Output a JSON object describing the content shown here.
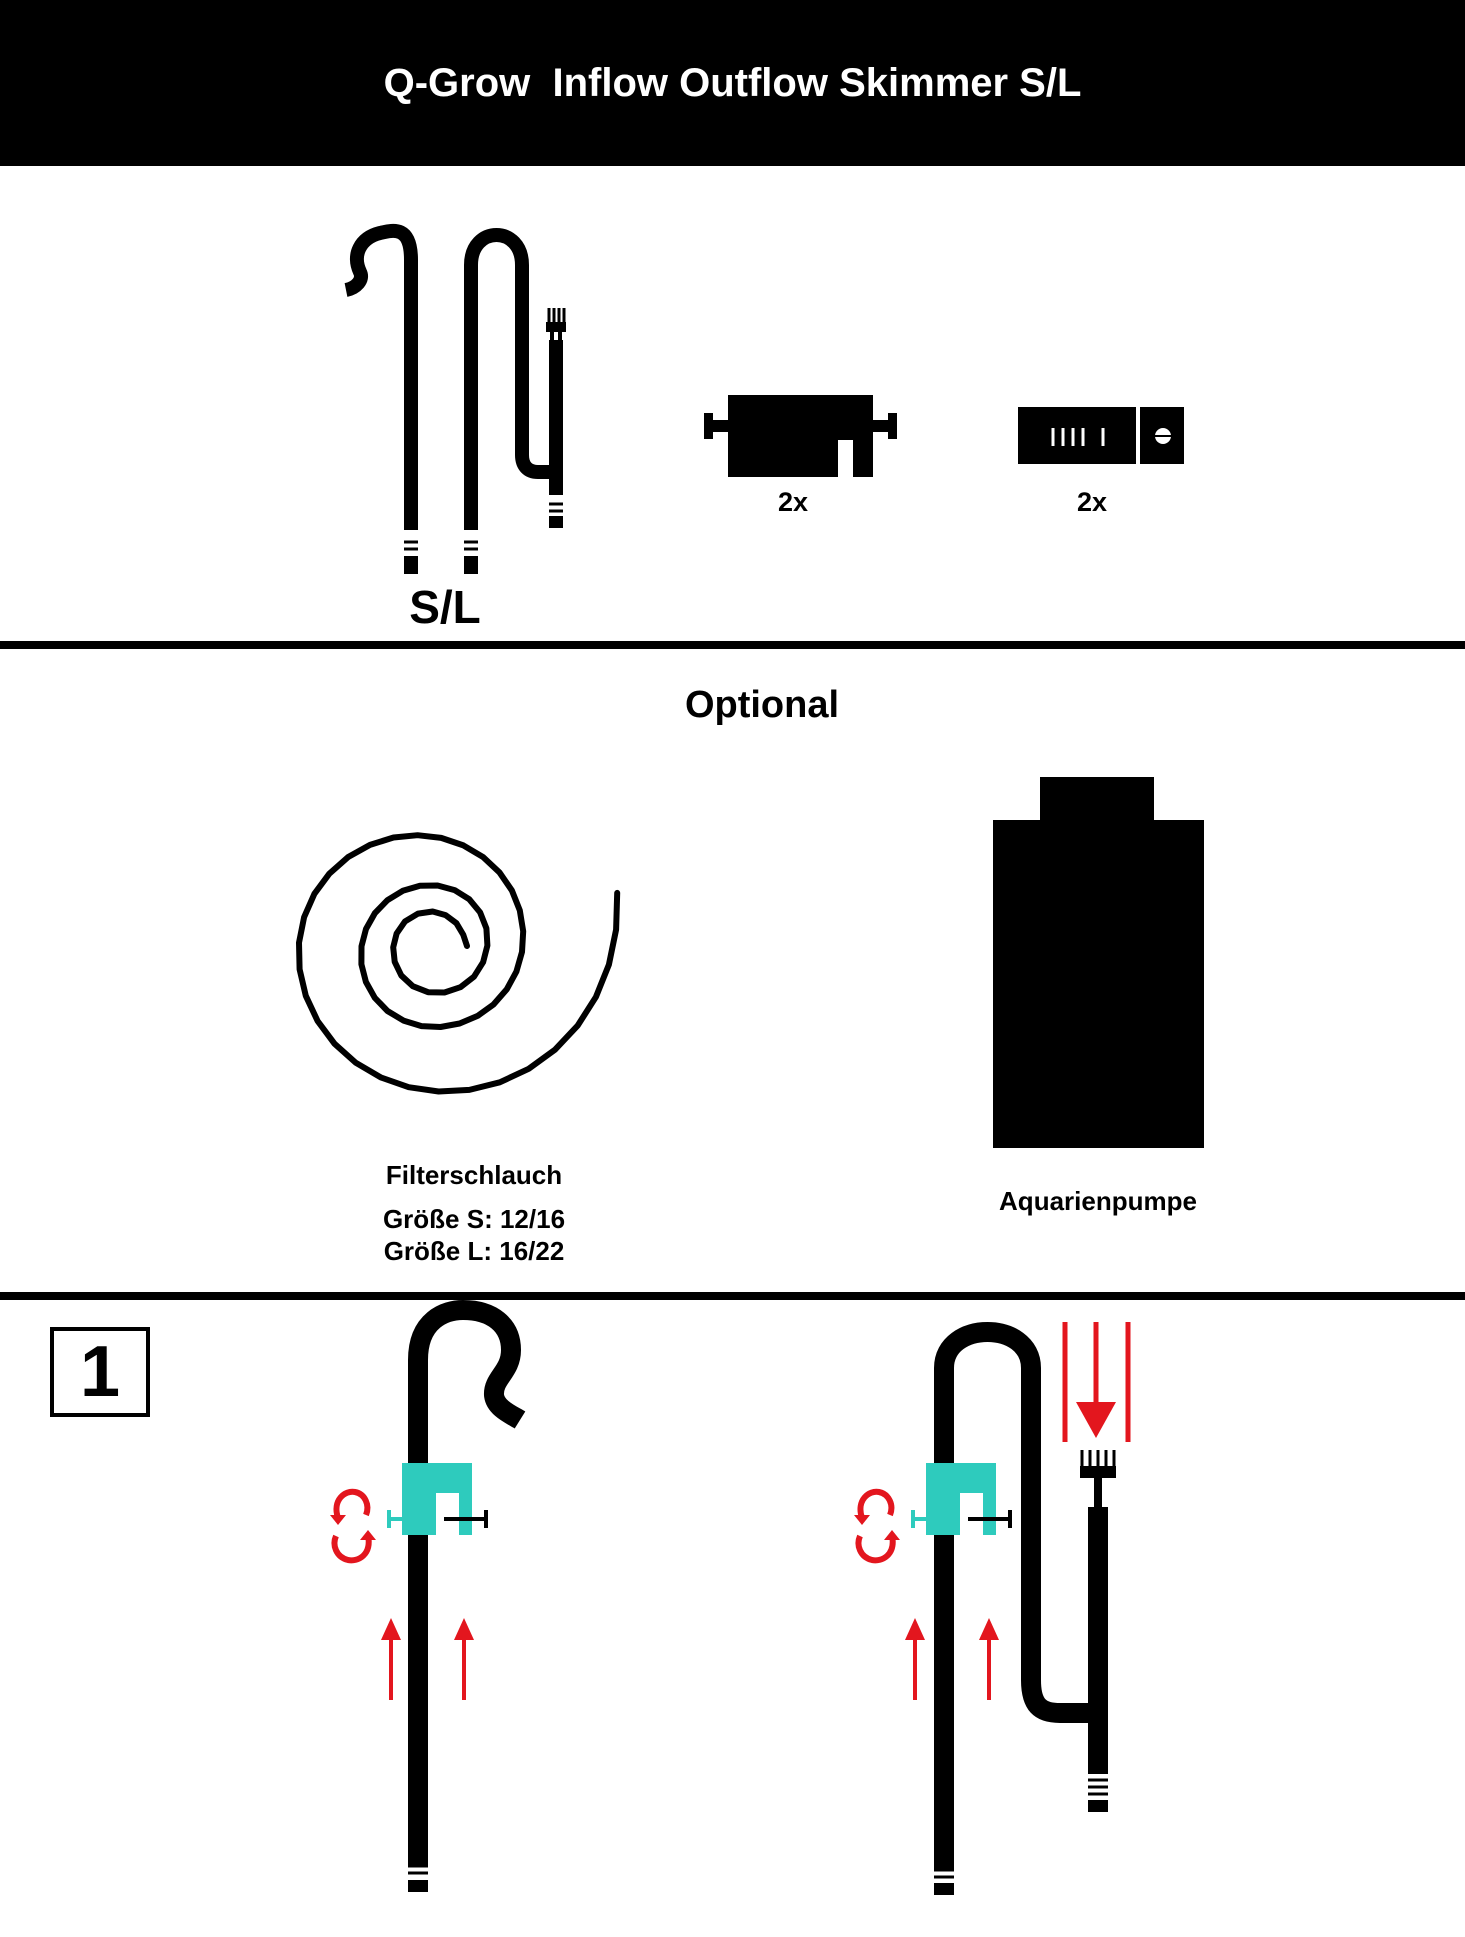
{
  "header": {
    "title": "Q-Grow  Inflow Outflow Skimmer S/L"
  },
  "parts": {
    "pipes_label": "S/L",
    "clamp_qty": "2x",
    "holder_qty": "2x"
  },
  "optional": {
    "heading": "Optional",
    "hose": {
      "name": "Filterschlauch",
      "size_s": "Größe S: 12/16",
      "size_l": "Größe L: 16/22"
    },
    "pump": {
      "name": "Aquarienpumpe"
    }
  },
  "step": {
    "number": "1"
  },
  "colors": {
    "accent_clamp": "#2ecbbd",
    "arrow_red": "#e3161e",
    "ink": "#000000"
  }
}
